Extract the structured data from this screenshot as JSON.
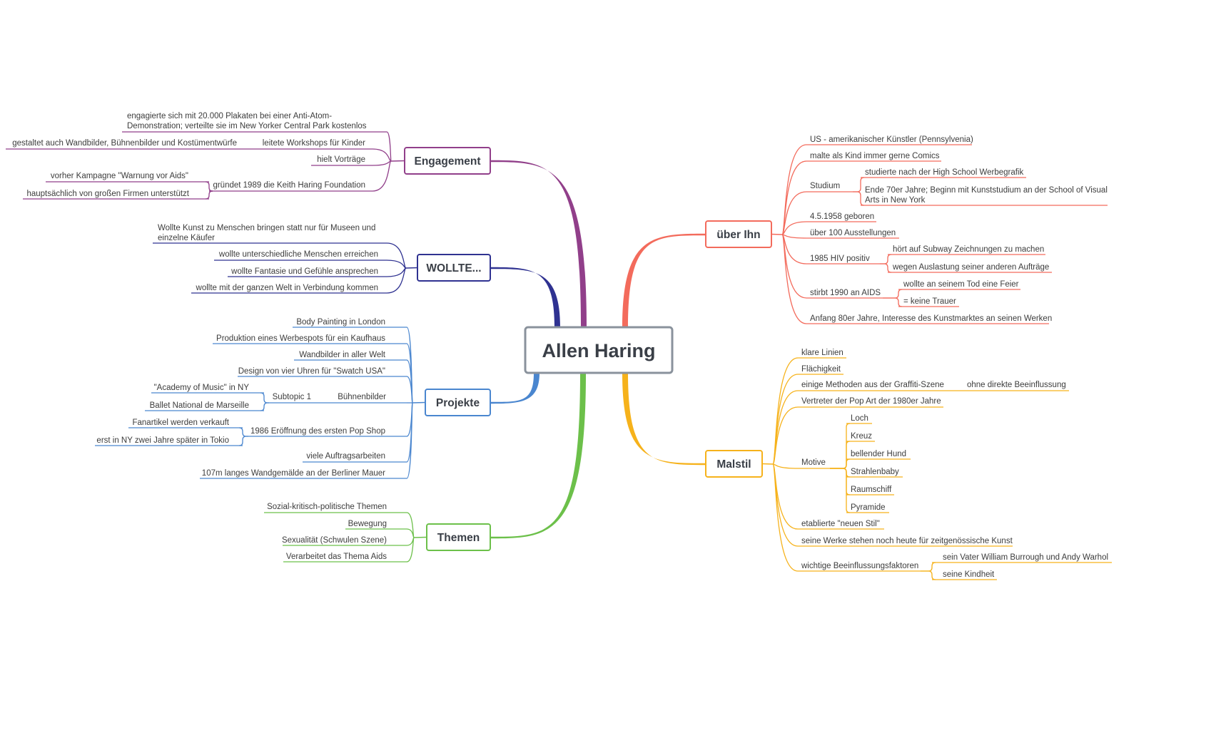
{
  "center": {
    "label": "Allen Haring",
    "color": "#8a929c"
  },
  "branches": [
    {
      "id": "engagement",
      "label": "Engagement",
      "color": "#913f8a",
      "children": [
        {
          "id": "eng-1",
          "lines": [
            "engagierte sich mit 20.000 Plakaten bei einer Anti-Atom-",
            "Demonstration; verteilte sie im New Yorker Central Park kostenlos"
          ]
        },
        {
          "id": "eng-2",
          "lines": [
            "leitete Workshops für Kinder"
          ],
          "children": [
            {
              "id": "eng-2a",
              "lines": [
                "gestaltet auch Wandbilder, Bühnenbilder und Kostümentwürfe"
              ]
            }
          ]
        },
        {
          "id": "eng-3",
          "lines": [
            "hielt Vorträge"
          ]
        },
        {
          "id": "eng-4",
          "lines": [
            "gründet 1989 die Keith Haring Foundation"
          ],
          "children": [
            {
              "id": "eng-4a",
              "lines": [
                "vorher Kampagne \"Warnung vor Aids\""
              ]
            },
            {
              "id": "eng-4b",
              "lines": [
                "hauptsächlich von großen Firmen unterstützt"
              ]
            }
          ]
        }
      ]
    },
    {
      "id": "wollte",
      "label": "WOLLTE...",
      "color": "#2f3291",
      "children": [
        {
          "id": "wol-1",
          "lines": [
            "Wollte Kunst zu Menschen bringen statt nur für Museen und",
            "einzelne Käufer"
          ]
        },
        {
          "id": "wol-2",
          "lines": [
            "wollte unterschiedliche Menschen erreichen"
          ]
        },
        {
          "id": "wol-3",
          "lines": [
            "wollte Fantasie und Gefühle ansprechen"
          ]
        },
        {
          "id": "wol-4",
          "lines": [
            "wollte mit der ganzen Welt in Verbindung kommen"
          ]
        }
      ]
    },
    {
      "id": "projekte",
      "label": "Projekte",
      "color": "#4a86cf",
      "children": [
        {
          "id": "pro-1",
          "lines": [
            "Body Painting in London"
          ]
        },
        {
          "id": "pro-2",
          "lines": [
            "Produktion eines Werbespots für ein Kaufhaus"
          ]
        },
        {
          "id": "pro-3",
          "lines": [
            "Wandbilder in aller Welt"
          ]
        },
        {
          "id": "pro-4",
          "lines": [
            "Design von vier Uhren für \"Swatch USA\""
          ]
        },
        {
          "id": "pro-5",
          "lines": [
            "Bühnenbilder"
          ],
          "children": [
            {
              "id": "pro-5a",
              "lines": [
                "Subtopic 1"
              ],
              "children": [
                {
                  "id": "pro-5a1",
                  "lines": [
                    "\"Academy of Music\" in NY"
                  ]
                },
                {
                  "id": "pro-5a2",
                  "lines": [
                    "Ballet National de Marseille"
                  ]
                }
              ]
            }
          ]
        },
        {
          "id": "pro-6",
          "lines": [
            "1986 Eröffnung des ersten Pop Shop"
          ],
          "children": [
            {
              "id": "pro-6a",
              "lines": [
                "Fanartikel werden verkauft"
              ]
            },
            {
              "id": "pro-6b",
              "lines": [
                "erst in NY zwei Jahre später in Tokio"
              ]
            }
          ]
        },
        {
          "id": "pro-7",
          "lines": [
            "viele Auftragsarbeiten"
          ]
        },
        {
          "id": "pro-8",
          "lines": [
            "107m langes Wandgemälde an der Berliner Mauer"
          ]
        }
      ]
    },
    {
      "id": "themen",
      "label": "Themen",
      "color": "#6cc04a",
      "children": [
        {
          "id": "the-1",
          "lines": [
            "Sozial-kritisch-politische Themen"
          ]
        },
        {
          "id": "the-2",
          "lines": [
            "Bewegung"
          ]
        },
        {
          "id": "the-3",
          "lines": [
            "Sexualität (Schwulen Szene)"
          ]
        },
        {
          "id": "the-4",
          "lines": [
            "Verarbeitet das Thema Aids"
          ]
        }
      ]
    },
    {
      "id": "ueber",
      "label": "über Ihn",
      "color": "#f36b5c",
      "children": [
        {
          "id": "ueb-1",
          "lines": [
            "US - amerikanischer Künstler (Pennsylvenia)"
          ]
        },
        {
          "id": "ueb-2",
          "lines": [
            "malte als Kind immer gerne Comics"
          ]
        },
        {
          "id": "ueb-3",
          "lines": [
            "Studium"
          ],
          "children": [
            {
              "id": "ueb-3a",
              "lines": [
                "studierte nach der High School Werbegrafik"
              ]
            },
            {
              "id": "ueb-3b",
              "lines": [
                "Ende 70er Jahre; Beginn mit Kunststudium an der School of Visual",
                "Arts in New York"
              ]
            }
          ]
        },
        {
          "id": "ueb-4",
          "lines": [
            "4.5.1958 geboren"
          ]
        },
        {
          "id": "ueb-5",
          "lines": [
            "über 100 Ausstellungen"
          ]
        },
        {
          "id": "ueb-6",
          "lines": [
            "1985 HIV positiv"
          ],
          "children": [
            {
              "id": "ueb-6a",
              "lines": [
                "hört auf Subway Zeichnungen zu machen"
              ]
            },
            {
              "id": "ueb-6b",
              "lines": [
                "wegen Auslastung seiner anderen Aufträge"
              ]
            }
          ]
        },
        {
          "id": "ueb-7",
          "lines": [
            "stirbt 1990 an AIDS"
          ],
          "children": [
            {
              "id": "ueb-7a",
              "lines": [
                "wollte an seinem Tod eine Feier"
              ]
            },
            {
              "id": "ueb-7b",
              "lines": [
                "= keine Trauer"
              ]
            }
          ]
        },
        {
          "id": "ueb-8",
          "lines": [
            "Anfang 80er Jahre, Interesse des Kunstmarktes an seinen Werken"
          ]
        }
      ]
    },
    {
      "id": "malstil",
      "label": "Malstil",
      "color": "#f6b21b",
      "children": [
        {
          "id": "mal-1",
          "lines": [
            "klare Linien"
          ]
        },
        {
          "id": "mal-2",
          "lines": [
            "Flächigkeit"
          ]
        },
        {
          "id": "mal-3",
          "lines": [
            "einige Methoden aus der Graffiti-Szene"
          ],
          "children": [
            {
              "id": "mal-3a",
              "lines": [
                "ohne direkte Beeinflussung"
              ]
            }
          ]
        },
        {
          "id": "mal-4",
          "lines": [
            "Vertreter der Pop Art der 1980er Jahre"
          ]
        },
        {
          "id": "mal-5",
          "lines": [
            "Motive"
          ],
          "children": [
            {
              "id": "mal-5a",
              "lines": [
                "Loch"
              ]
            },
            {
              "id": "mal-5b",
              "lines": [
                "Kreuz"
              ]
            },
            {
              "id": "mal-5c",
              "lines": [
                "bellender Hund"
              ]
            },
            {
              "id": "mal-5d",
              "lines": [
                "Strahlenbaby"
              ]
            },
            {
              "id": "mal-5e",
              "lines": [
                "Raumschiff"
              ]
            },
            {
              "id": "mal-5f",
              "lines": [
                "Pyramide"
              ]
            }
          ]
        },
        {
          "id": "mal-6",
          "lines": [
            "etablierte \"neuen Stil\""
          ]
        },
        {
          "id": "mal-7",
          "lines": [
            "seine Werke stehen noch heute für zeitgenössische Kunst"
          ]
        },
        {
          "id": "mal-8",
          "lines": [
            "wichtige Beeinflussungsfaktoren"
          ],
          "children": [
            {
              "id": "mal-8a",
              "lines": [
                "sein Vater William Burrough und Andy Warhol"
              ]
            },
            {
              "id": "mal-8b",
              "lines": [
                "seine Kindheit"
              ]
            }
          ]
        }
      ]
    }
  ]
}
